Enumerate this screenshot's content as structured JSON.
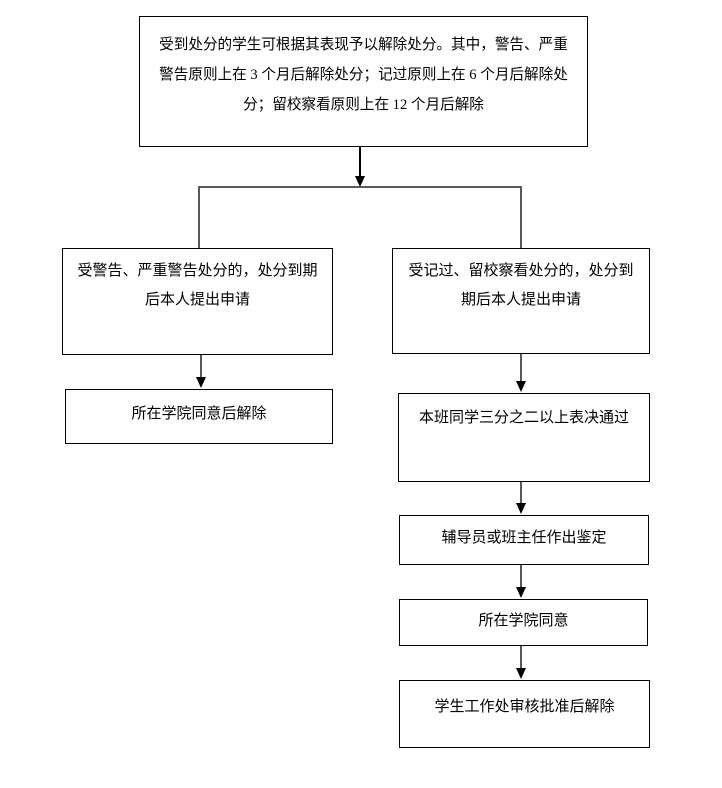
{
  "flowchart": {
    "colors": {
      "background": "#ffffff",
      "box_border": "#000000",
      "connector": "#595959",
      "arrowhead": "#000000"
    },
    "nodes": {
      "policy": {
        "lines": [
          "受到处分的学生可根据其表现予以解除处分。其中，警告、严重",
          "警告原则上在 3 个月后解除处分；记过原则上在 6 个月后解除处",
          "分；留校察看原则上在 12 个月后解除"
        ]
      },
      "warning_apply": {
        "lines": [
          "受警告、严重警告处分的，处分到期",
          "后本人提出申请"
        ]
      },
      "warning_release": {
        "label": "所在学院同意后解除"
      },
      "demerit_apply": {
        "lines": [
          "受记过、留校察看处分的，处分到",
          "期后本人提出申请"
        ]
      },
      "class_vote": {
        "label": "本班同学三分之二以上表决通过"
      },
      "counselor_appraisal": {
        "label": "辅导员或班主任作出鉴定"
      },
      "college_approve": {
        "label": "所在学院同意"
      },
      "final_release": {
        "label": "学生工作处审核批准后解除"
      }
    }
  }
}
